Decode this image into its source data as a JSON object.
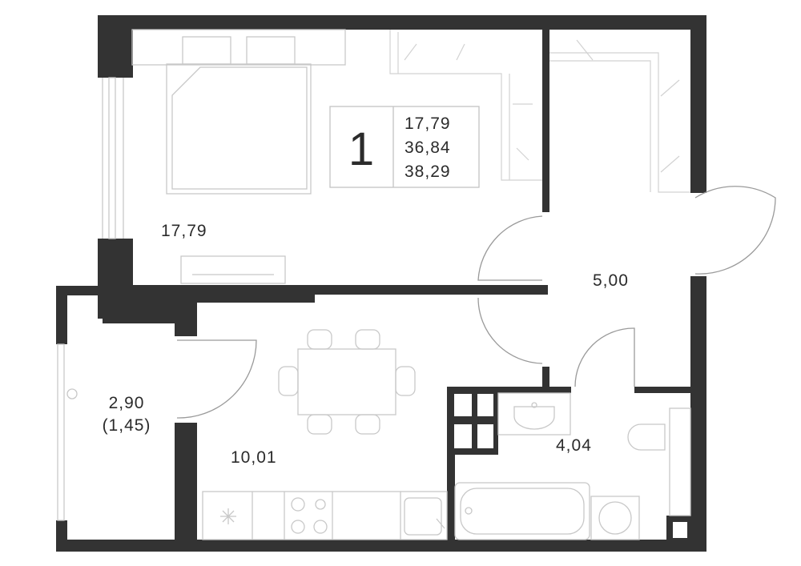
{
  "apartment": {
    "rooms_count": "1",
    "area_living": "17,79",
    "area_total": "36,84",
    "area_total_with_balcony": "38,29"
  },
  "rooms": {
    "bedroom": "17,79",
    "hall": "5,00",
    "kitchen": "10,01",
    "balcony": "2,90",
    "balcony_reduced": "(1,45)",
    "bathroom": "4,04"
  },
  "colors": {
    "wall": "#333333",
    "furniture": "#c8c8c8",
    "door_arc": "#9a9a9a",
    "text": "#2b2b2b"
  }
}
